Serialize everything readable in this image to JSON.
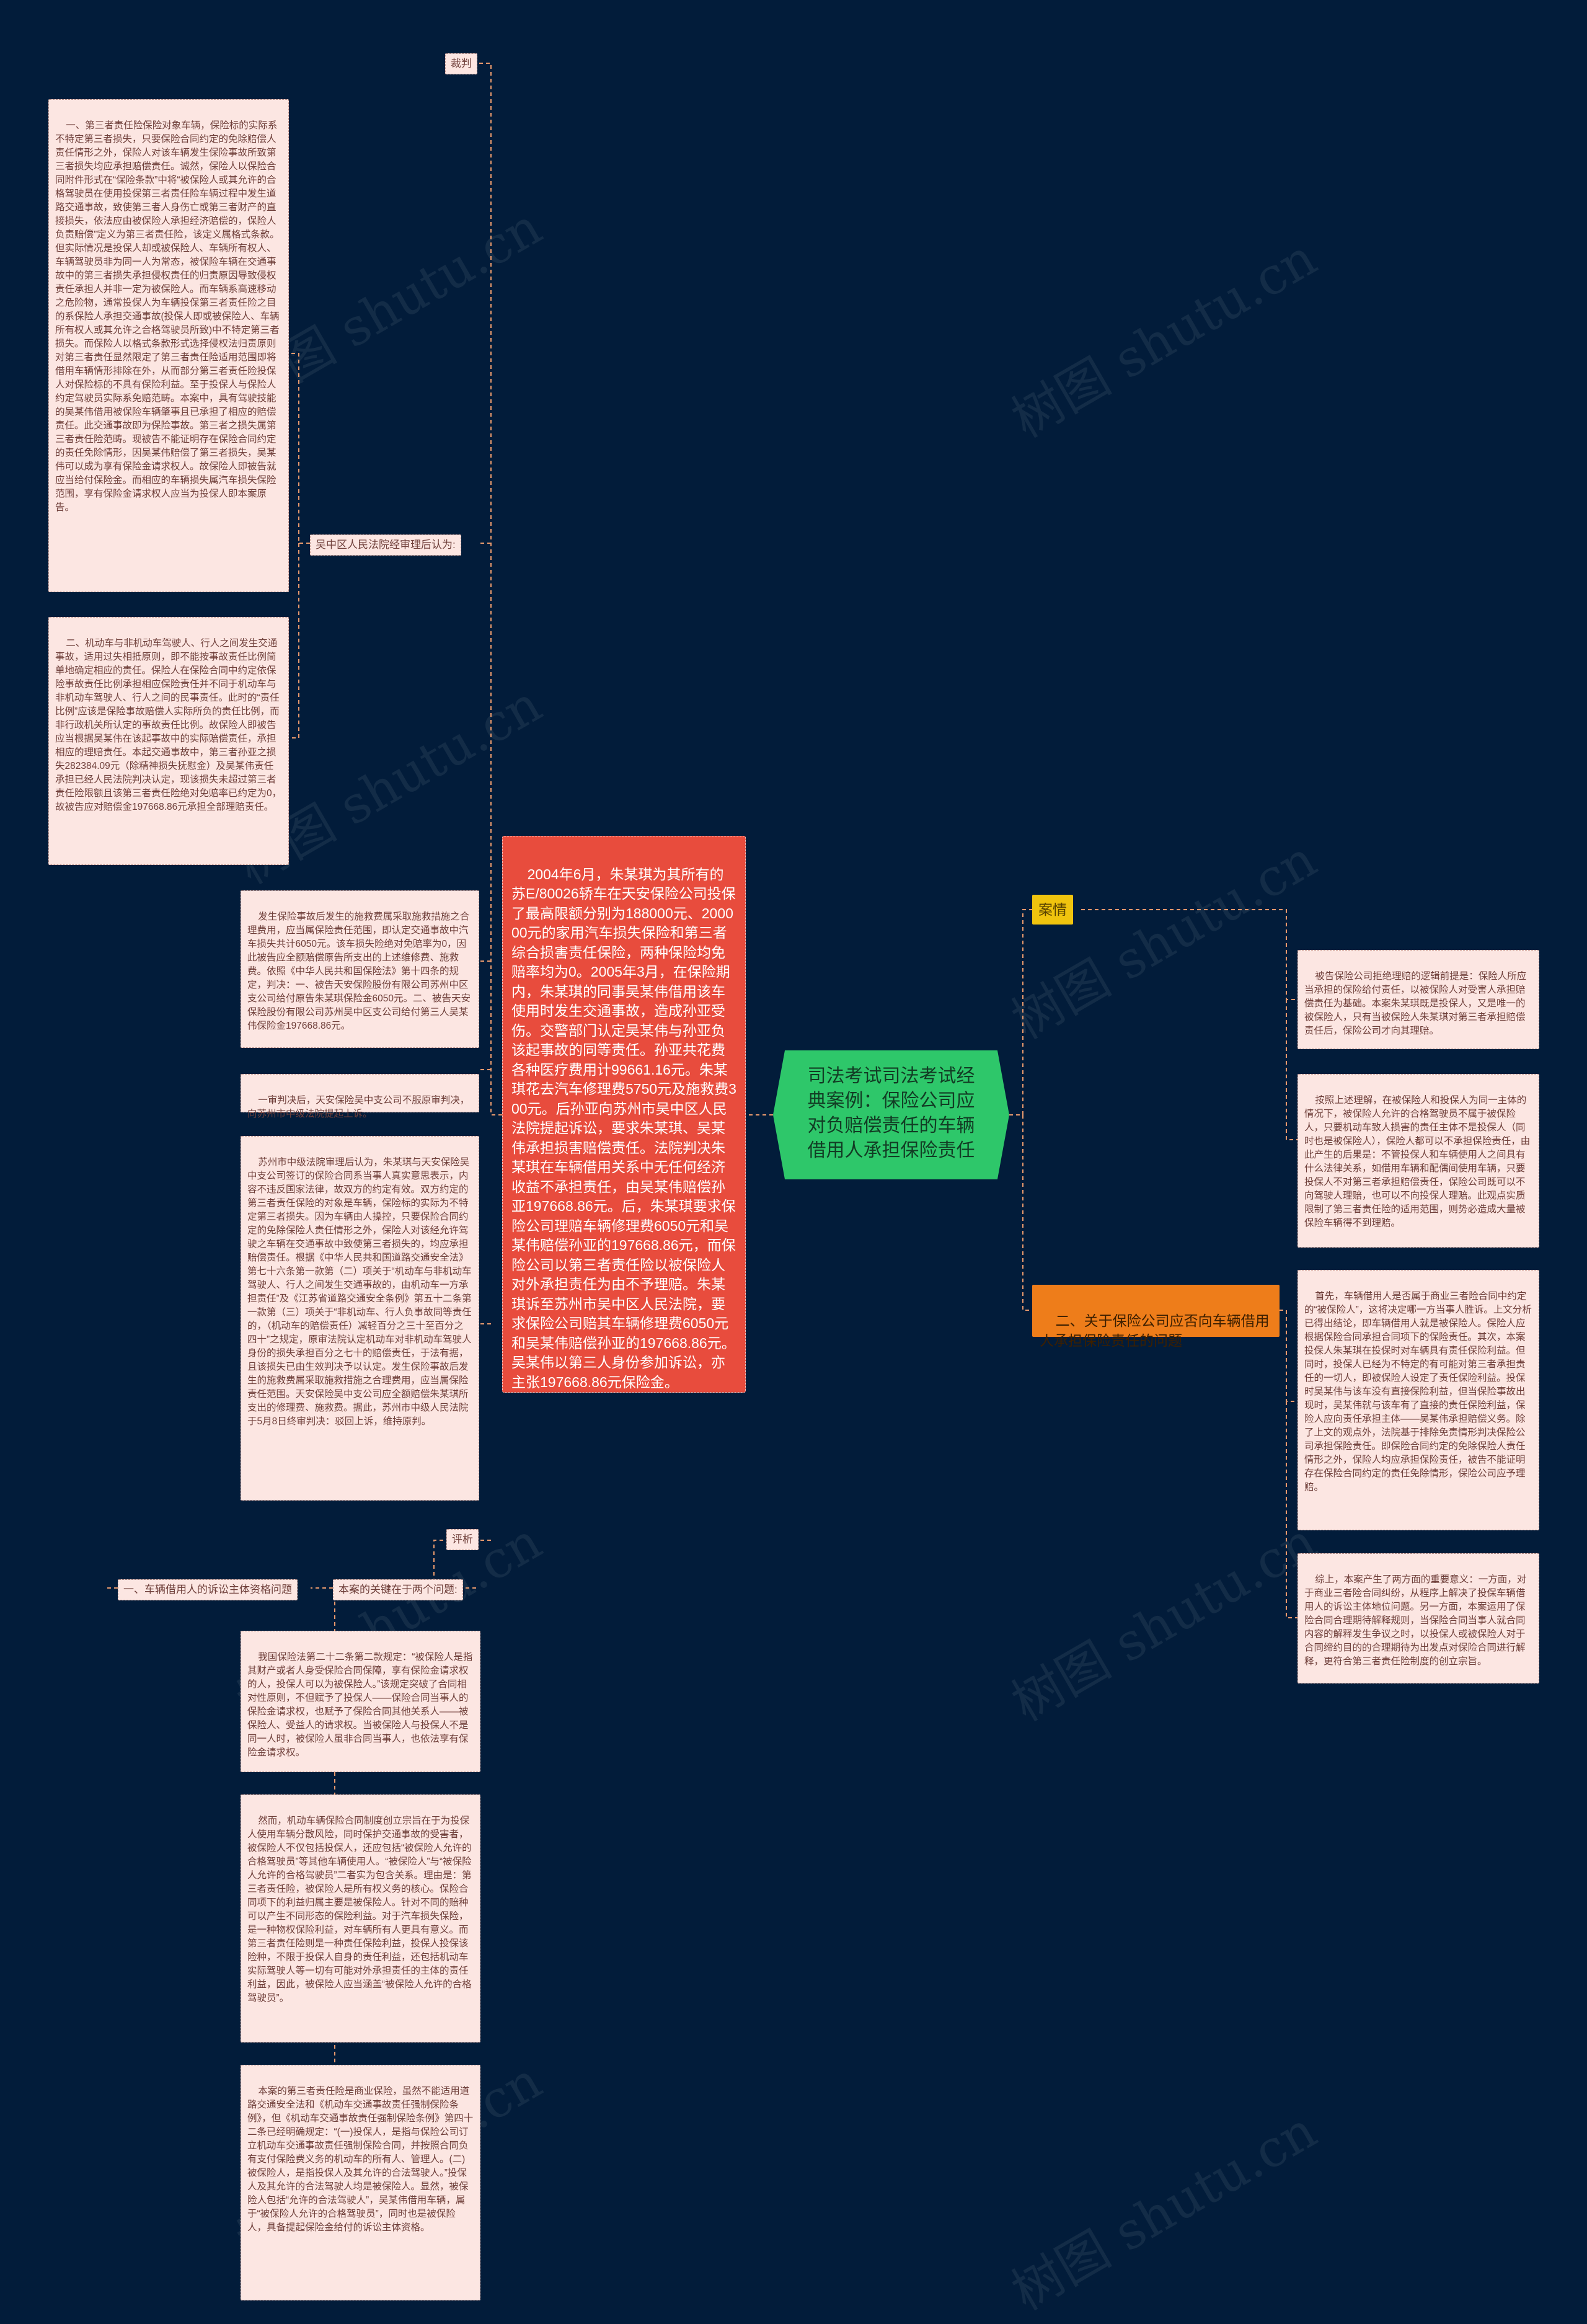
{
  "root": {
    "title": "司法考试司法考试经典案例：保险公司应对负赔偿责任的车辆借用人承担保险责任"
  },
  "case_summary": "2004年6月，朱某琪为其所有的苏E/80026轿车在天安保险公司投保了最高限额分别为188000元、200000元的家用汽车损失保险和第三者综合损害责任保险，两种保险均免赔率均为0。2005年3月，在保险期内，朱某琪的同事吴某伟借用该车使用时发生交通事故，造成孙亚受伤。交警部门认定吴某伟与孙亚负该起事故的同等责任。孙亚共花费各种医疗费用计99661.16元。朱某琪花去汽车修理费5750元及施救费300元。后孙亚向苏州市吴中区人民法院提起诉讼，要求朱某琪、吴某伟承担损害赔偿责任。法院判决朱某琪在车辆借用关系中无任何经济收益不承担责任，由吴某伟赔偿孙亚197668.86元。后，朱某琪要求保险公司理赔车辆修理费6050元和吴某伟赔偿孙亚的197668.86元，而保险公司以第三者责任险以被保险人对外承担责任为由不予理赔。朱某琪诉至苏州市吴中区人民法院，要求保险公司赔其车辆修理费6050元和吴某伟赔偿孙亚的197668.86元。吴某伟以第三人身份参加诉讼，亦主张197668.86元保险金。",
  "left": {
    "judgement_tag": "裁判",
    "wuzhong_tag": "吴中区人民法院经审理后认为:",
    "wuzhong_1": "一、第三者责任险保险对象车辆，保险标的实际系不特定第三者损失，只要保险合同约定的免除赔偿人责任情形之外，保险人对该车辆发生保险事故所致第三者损失均应承担赔偿责任。诚然，保险人以保险合同附件形式在“保险条款”中将“被保险人或其允许的合格驾驶员在使用投保第三者责任险车辆过程中发生道路交通事故，致使第三者人身伤亡或第三者财产的直接损失，依法应由被保险人承担经济赔偿的，保险人负责赔偿”定义为第三者责任险，该定义属格式条款。但实际情况是投保人却或被保险人、车辆所有权人、车辆驾驶员非为同一人为常态，被保险车辆在交通事故中的第三者损失承担侵权责任的归责原因导致侵权责任承担人并非一定为被保险人。而车辆系高速移动之危险物，通常投保人为车辆投保第三者责任险之目的系保险人承担交通事故(投保人即或被保险人、车辆所有权人或其允许之合格驾驶员所致)中不特定第三者损失。而保险人以格式条款形式选择侵权法归责原则对第三者责任显然限定了第三者责任险适用范围即将借用车辆情形排除在外，从而部分第三者责任险投保人对保险标的不具有保险利益。至于投保人与保险人约定驾驶员实际系免赔范畴。本案中，具有驾驶技能的吴某伟借用被保险车辆肇事且已承担了相应的赔偿责任。此交通事故即为保险事故。第三者之损失属第三者责任险范畴。现被告不能证明存在保险合同约定的责任免除情形，因吴某伟赔偿了第三者损失，吴某伟可以成为享有保险金请求权人。故保险人即被告就应当给付保险金。而相应的车辆损失属汽车损失保险范围，享有保险金请求权人应当为投保人即本案原告。",
    "wuzhong_2": "二、机动车与非机动车驾驶人、行人之间发生交通事故，适用过失相抵原则，即不能按事故责任比例简单地确定相应的责任。保险人在保险合同中约定依保险事故责任比例承担相应保险责任并不同于机动车与非机动车驾驶人、行人之间的民事责任。此时的“责任比例”应该是保险事故赔偿人实际所负的责任比例，而非行政机关所认定的事故责任比例。故保险人即被告应当根据吴某伟在该起事故中的实际赔偿责任，承担相应的理赔责任。本起交通事故中，第三者孙亚之损失282384.09元（除精神损失抚慰金）及吴某伟责任承担已经人民法院判决认定，现该损失未超过第三者责任险限额且该第三者责任险绝对免赔率已约定为0，故被告应对赔偿金197668.86元承担全部理赔责任。",
    "wuzhong_3": "发生保险事故后发生的施救费属采取施救措施之合理费用，应当属保险责任范围，即认定交通事故中汽车损失共计6050元。该车损失险绝对免赔率为0，因此被告应全额赔偿原告所支出的上述维修费、施救费。依照《中华人民共和国保险法》第十四条的规定，判决：一、被告天安保险股份有限公司苏州中区支公司给付原告朱某琪保险金6050元。二、被告天安保险股份有限公司苏州吴中区支公司给付第三人吴某伟保险金197668.86元。",
    "appeal": "一审判决后，天安保险吴中支公司不服原审判决，向苏州市中级法院提起上诉。",
    "intermediate": "苏州市中级法院审理后认为，朱某琪与天安保险吴中支公司签订的保险合同系当事人真实意思表示，内容不违反国家法律，故双方的约定有效。双方约定的第三者责任保险的对象是车辆，保险标的实际为不特定第三者损失。因为车辆由人操控，只要保险合同约定的免除保险人责任情形之外，保险人对该经允许驾驶之车辆在交通事故中致使第三者损失的，均应承担赔偿责任。根据《中华人民共和国道路交通安全法》第七十六条第一款第（二）项关于“机动车与非机动车驾驶人、行人之间发生交通事故的，由机动车一方承担责任”及《江苏省道路交通安全条例》第五十二条第一款第（三）项关于“非机动车、行人负事故同等责任的，（机动车的赔偿责任）减轻百分之三十至百分之四十”之规定，原审法院认定机动车对非机动车驾驶人身份的损失承担百分之七十的赔偿责任，于法有据，且该损失已由生效判决予以认定。发生保险事故后发生的施救费属采取施救措施之合理费用，应当属保险责任范围。天安保险吴中支公司应全额赔偿朱某琪所支出的修理费、施救费。据此，苏州市中级人民法院于5月8日终审判决：驳回上诉，维持原判。",
    "comment_tag": "评析",
    "key_tag": "本案的关键在于两个问题:",
    "issue1_tag": "一、车辆借用人的诉讼主体资格问题",
    "comment_1": "我国保险法第二十二条第二款规定：“被保险人是指其财产或者人身受保险合同保障，享有保险金请求权的人，投保人可以为被保险人。”该规定突破了合同相对性原则，不但赋予了投保人——保险合同当事人的保险金请求权，也赋予了保险合同其他关系人——被保险人、受益人的请求权。当被保险人与投保人不是同一人时，被保险人虽非合同当事人，也依法享有保险金请求权。",
    "comment_2": "然而，机动车辆保险合同制度创立宗旨在于为投保人使用车辆分散风险，同时保护交通事故的受害者，被保险人不仅包括投保人，还应包括“被保险人允许的合格驾驶员”等其他车辆使用人。“被保险人”与“被保险人允许的合格驾驶员”二者实为包含关系。理由是：第三者责任险，被保险人是所有权义务的核心。保险合同项下的利益归属主要是被保险人。针对不同的赔种可以产生不同形态的保险利益。对于汽车损失保险，是一种物权保险利益，对车辆所有人更具有意义。而第三者责任险则是一种责任保险利益，投保人投保该险种，不限于投保人自身的责任利益，还包括机动车实际驾驶人等一切有可能对外承担责任的主体的责任利益，因此，被保险人应当涵盖“被保险人允许的合格驾驶员”。",
    "comment_3": "本案的第三者责任险是商业保险，虽然不能适用道路交通安全法和《机动车交通事故责任强制保险条例》，但《机动车交通事故责任强制保险条例》第四十二条已经明确规定：“(一)投保人，是指与保险公司订立机动车交通事故责任强制保险合同，并按照合同负有支付保险费义务的机动车的所有人、管理人。(二)被保险人，是指投保人及其允许的合法驾驶人。”投保人及其允许的合法驾驶人均是被保险人。显然，被保险人包括“允许的合法驾驶人”，吴某伟借用车辆，属于“被保险人允许的合格驾驶员”，同时也是被保险人，具备提起保险金给付的诉讼主体资格。"
  },
  "right": {
    "case_tag": "案情",
    "issue2_tag": "二、关于保险公司应否向车辆借用人承担保险责任的问题",
    "r1": "被告保险公司拒绝理赔的逻辑前提是：保险人所应当承担的保险给付责任，以被保险人对受害人承担赔偿责任为基础。本案朱某琪既是投保人，又是唯一的被保险人，只有当被保险人朱某琪对第三者承担赔偿责任后，保险公司才向其理赔。",
    "r2": "按照上述理解，在被保险人和投保人为同一主体的情况下，被保险人允许的合格驾驶员不属于被保险人，只要机动车致人损害的责任主体不是投保人（同时也是被保险人），保险人都可以不承担保险责任，由此产生的后果是：不管投保人和车辆使用人之间具有什么法律关系，如借用车辆和配偶间使用车辆，只要投保人不对第三者承担赔偿责任，保险公司既可以不向驾驶人理赔，也可以不向投保人理赔。此观点实质限制了第三者责任险的适用范围，则势必造成大量被保险车辆得不到理赔。",
    "r3": "首先，车辆借用人是否属于商业三者险合同中约定的“被保险人”，这将决定哪一方当事人胜诉。上文分析已得出结论，即车辆借用人就是被保险人。保险人应根据保险合同承担合同项下的保险责任。其次，本案投保人朱某琪在投保时对车辆具有责任保险利益。但同时，投保人已经为不特定的有可能对第三者承担责任的一切人，即被保险人设定了责任保险利益。投保时吴某伟与该车没有直接保险利益，但当保险事故出现时，吴某伟就与该车有了直接的责任保险利益，保险人应向责任承担主体——吴某伟承担赔偿义务。除了上文的观点外，法院基于排除免责情形判决保险公司承担保险责任。即保险合同约定的免除保险人责任情形之外，保险人均应承担保险责任，被告不能证明存在保险合同约定的责任免除情形，保险公司应予理赔。",
    "r4": "综上，本案产生了两方面的重要意义：一方面，对于商业三者险合同纠纷，从程序上解决了投保车辆借用人的诉讼主体地位问题。另一方面，本案运用了保险合同合理期待解释规则，当保险合同当事人就合同内容的解释发生争议之时，以投保人或被保险人对于合同缔约目的的合理期待为出发点对保险合同进行解释，更符合第三者责任险制度的创立宗旨。"
  },
  "watermark": "树图 shutu.cn",
  "colors": {
    "background": "#021c3a",
    "root": "#2ec76a",
    "case_node": "#e84c3d",
    "tag_yellow": "#f0c40e",
    "tag_orange": "#ee7d1a",
    "leaf_bg": "#fce6e2",
    "connector": "#e89a6d"
  }
}
